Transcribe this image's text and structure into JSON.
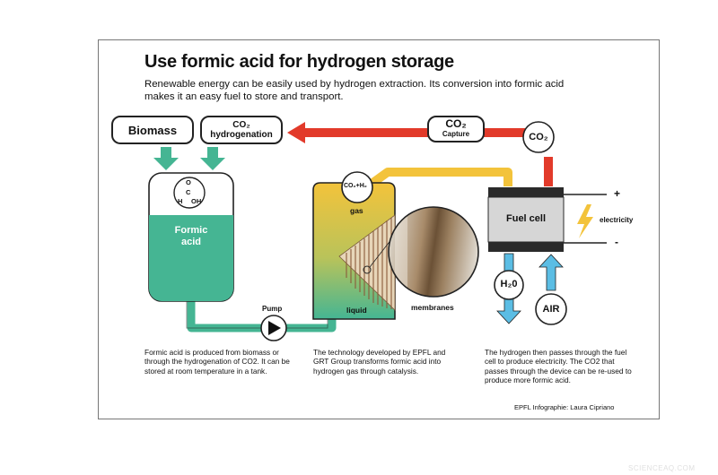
{
  "title": "Use formic acid for hydrogen storage",
  "subtitle": "Renewable energy can be easily used by hydrogen extraction. Its conversion into formic acid makes it an easy fuel to store and transport.",
  "inputs": {
    "biomass": "Biomass",
    "co2_hydrogenation_line1": "CO₂",
    "co2_hydrogenation_line2": "hydrogenation"
  },
  "tank": {
    "molecule": {
      "o": "O",
      "c": "C",
      "h": "H",
      "oh": "OH"
    },
    "label_line1": "Formic",
    "label_line2": "acid"
  },
  "pump_label": "Pump",
  "reactor": {
    "gas_formula": "CO₂+H₂",
    "gas_label": "gas",
    "liquid_label": "liquid",
    "membranes_label": "membranes"
  },
  "capture": {
    "line1": "CO₂",
    "line2": "Capture"
  },
  "co2_circle": "CO₂",
  "fuel_cell": {
    "label": "Fuel cell",
    "plus": "+",
    "minus": "-",
    "electricity": "electricity"
  },
  "h2o_label": "H₂0",
  "air_label": "AIR",
  "captions": [
    "Formic acid is produced from biomass or through the hydrogenation of CO2. It can be stored at room temperature in a tank.",
    "The technology developed by EPFL and GRT Group transforms formic acid into hydrogen gas through catalysis.",
    "The hydrogen then passes through the fuel cell to produce electricity. The CO2 that passes through the device can be re-used to produce more formic acid."
  ],
  "credit": "EPFL Infographie: Laura Cipriano",
  "watermark": "SCIENCEAQ.COM",
  "colors": {
    "green": "#45b593",
    "red": "#e23a2a",
    "yellow": "#f3c33b",
    "blue": "#5bbde4",
    "fuel_cell_grey": "#d6d6d6"
  }
}
